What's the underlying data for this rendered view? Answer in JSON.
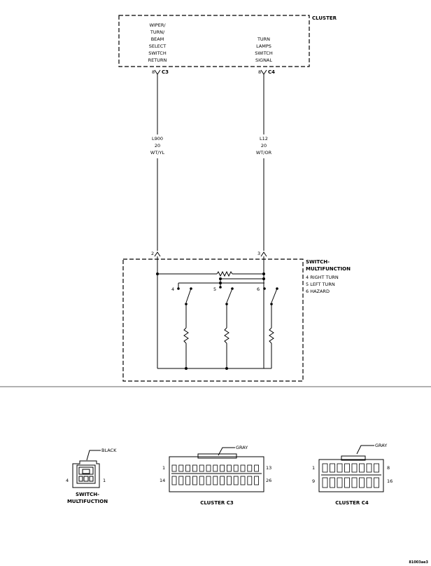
{
  "cluster": {
    "title": "CLUSTER",
    "left_label": [
      "WIPER/",
      "TURN/",
      "BEAM",
      "SELECT",
      "SWITCH",
      "RETURN"
    ],
    "right_label": [
      "TURN",
      "LAMPS",
      "SWITCH",
      "SIGNAL"
    ],
    "left_pin": "8",
    "left_connector": "C3",
    "right_pin": "8",
    "right_connector": "C4"
  },
  "wires": [
    {
      "circuit": "L900",
      "gauge": "20",
      "color": "WT/YL"
    },
    {
      "circuit": "L12",
      "gauge": "20",
      "color": "WT/OR"
    }
  ],
  "switch": {
    "title_line1": "SWITCH-",
    "title_line2": "MULTIFUNCTION",
    "legend": [
      "4 RIGHT TURN",
      "5 LEFT TURN",
      "6 HAZARD"
    ],
    "left_pin": "2",
    "right_pin": "3",
    "positions": [
      "4",
      "5",
      "6"
    ]
  },
  "connectors": {
    "switch": {
      "color": "BLACK",
      "name_line1": "SWITCH-",
      "name_line2": "MULTIFUCTION",
      "pin_left": "4",
      "pin_right": "1"
    },
    "c3": {
      "color": "GRAY",
      "name": "CLUSTER C3",
      "pin_tl": "1",
      "pin_tr": "13",
      "pin_bl": "14",
      "pin_br": "26"
    },
    "c4": {
      "color": "GRAY",
      "name": "CLUSTER C4",
      "pin_tl": "1",
      "pin_tr": "8",
      "pin_bl": "9",
      "pin_br": "16"
    }
  },
  "figure_id": "81003ae3"
}
